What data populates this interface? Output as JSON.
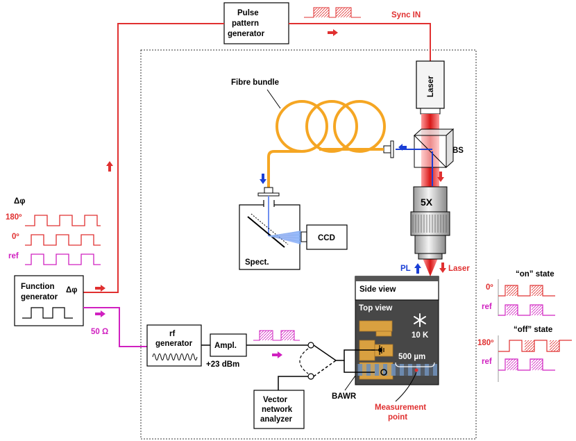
{
  "labels": {
    "pulse_pattern_generator": [
      "Pulse",
      "pattern",
      "generator"
    ],
    "sync_in": "Sync IN",
    "laser": "Laser",
    "fibre_bundle": "Fibre bundle",
    "bs": "BS",
    "objective": "5X",
    "ccd": "CCD",
    "spect": "Spect.",
    "pl": "PL",
    "laser_out": "Laser",
    "delta_phi": "Δφ",
    "phase_180": "180º",
    "phase_0": "0º",
    "phase_ref": "ref",
    "function_generator": [
      "Function",
      "generator"
    ],
    "fg_delta_phi": "Δφ",
    "fifty_ohm": "50 Ω",
    "rf_generator": [
      "rf",
      "generator"
    ],
    "ampl": "Ampl.",
    "gain": "+23 dBm",
    "vna": [
      "Vector",
      "network",
      "analyzer"
    ],
    "bawr": "BAWR",
    "side_view": "Side view",
    "top_view": "Top view",
    "temperature": "10 K",
    "scale_bar": "500 µm",
    "measurement_point": [
      "Measurement",
      "point"
    ],
    "on_state": "“on” state",
    "off_state": "“off” state",
    "on_0": "0º",
    "on_ref": "ref",
    "off_180": "180º",
    "off_ref": "ref"
  },
  "colors": {
    "red": "#e03030",
    "magenta": "#d020c0",
    "blue": "#1a3fd6",
    "orange": "#f5a623",
    "gold": "#d9a040",
    "chip": "#474747"
  },
  "icons": {
    "snowflake": "snowflake-icon"
  }
}
